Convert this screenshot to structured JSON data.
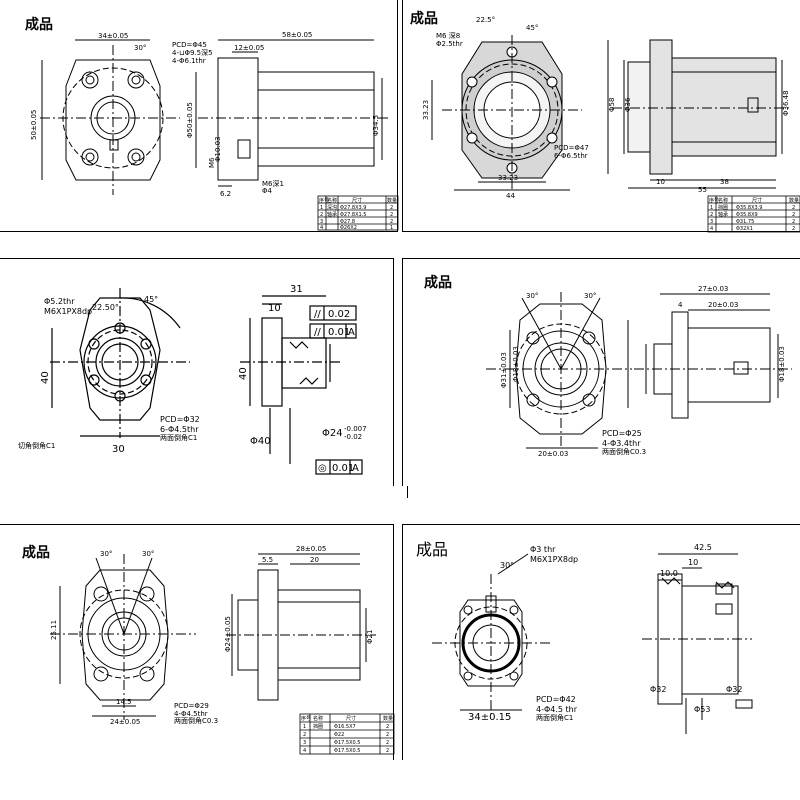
{
  "panels": [
    {
      "title": "成品",
      "dims": {
        "d1": "34±0.05",
        "d2": "30°",
        "pcd": "PCD=Φ45",
        "holes": "4-⊔Φ9.5深5",
        "thr": "4-Φ6.1thr",
        "len": "58±0.05",
        "flange": "12±0.05",
        "height": "50±0.05",
        "dia1": "Φ50±0.05",
        "dia2": "Φ34.5",
        "small": "Φ10.03",
        "m6": "M6",
        "m6b": "M6深1",
        "m6c": "Φ4",
        "six": "6.2"
      },
      "table": {
        "header": [
          "序号",
          "名称",
          "尺寸",
          "数量"
        ],
        "rows": [
          [
            "1",
            "深沟",
            "Φ27.8X3.9",
            "2"
          ],
          [
            "2",
            "轴承",
            "Φ27.8X1.5",
            "2"
          ],
          [
            "3",
            "",
            "Φ27.8",
            "2"
          ],
          [
            "4",
            "",
            "Φ26X2",
            "1"
          ]
        ]
      }
    },
    {
      "title": "成品",
      "dims": {
        "m6": "M6 深8",
        "thr": "Φ2.5thr",
        "ang1": "22.5°",
        "ang2": "45°",
        "pcd": "PCD=Φ47",
        "holes": "6-Φ6.5thr",
        "side1": "33.23",
        "bottom1": "33.23",
        "bottom2": "44",
        "h1": "Φ58",
        "h2": "Φ36",
        "r1": "Φ36.48",
        "b1": "10",
        "b2": "38",
        "b3": "55"
      },
      "table": {
        "header": [
          "序号",
          "名称",
          "尺寸",
          "数量"
        ],
        "rows": [
          [
            "1",
            "挡圈",
            "Φ35.8X3.9",
            "2"
          ],
          [
            "2",
            "轴承",
            "Φ35.8X9",
            "2"
          ],
          [
            "3",
            "",
            "Φ31.75",
            "2"
          ],
          [
            "4",
            "",
            "Φ32X1",
            "2"
          ]
        ]
      }
    },
    {
      "title": "",
      "dims": {
        "hole": "Φ5.2thr",
        "m6": "M6X1PX8dp",
        "ang1": "22.50°",
        "ang2": "45°",
        "h": "40",
        "w": "30",
        "pcd": "PCD=Φ32",
        "holes": "6-Φ4.5thr",
        "c1": "切角倒角C1",
        "c2": "两面倒角C1",
        "top": "31",
        "f": "10",
        "par1": "//",
        "tol1": "0.02",
        "par2": "//",
        "tol2": "0.01",
        "ref": "A",
        "h2": "40",
        "dia": "Φ40",
        "dia2": "Φ24",
        "tolu": "-0.007",
        "toll": "-0.02",
        "conc": "◎",
        "ctol": "0.01",
        "cref": "A"
      }
    },
    {
      "title": "成品",
      "dims": {
        "a1": "30°",
        "a2": "30°",
        "h1": "Φ31±0.03",
        "h2": "Φ18±0.03",
        "pcd": "PCD=Φ25",
        "holes": "4-Φ3.4thr",
        "c": "两面倒角C0.3",
        "w": "20±0.03",
        "top1": "27±0.03",
        "top2": "20±0.03",
        "f": "4",
        "r": "Φ18±0.03"
      }
    },
    {
      "title": "成品",
      "dims": {
        "a1": "30°",
        "a2": "30°",
        "side": "25.11",
        "w": "24±0.05",
        "w2": "14.5",
        "pcd": "PCD=Φ29",
        "holes": "4-Φ4.5thr",
        "c": "两面倒角C0.3",
        "top": "28±0.05",
        "f1": "5.5",
        "f2": "20",
        "h": "Φ24±0.05",
        "r": "Φ21"
      },
      "table": {
        "header": [
          "序号",
          "名称",
          "尺寸",
          "数量"
        ],
        "rows": [
          [
            "1",
            "挡圈",
            "Φ16.5X7",
            "2"
          ],
          [
            "2",
            "",
            "Φ22",
            "2"
          ],
          [
            "3",
            "",
            "Φ17.5X0.5",
            "2"
          ],
          [
            "4",
            "",
            "Φ17.5X0.5",
            "2"
          ]
        ]
      }
    },
    {
      "title": "成品",
      "dims": {
        "thr": "Φ3 thr",
        "m6": "M6X1PX8dp",
        "ang": "30°",
        "pcd": "PCD=Φ42",
        "holes": "4-Φ4.5 thr",
        "c": "两面倒角C1",
        "w": "34±0.15",
        "top": "42.5",
        "f1": "10.0",
        "f2": "10",
        "d1": "Φ32",
        "d2": "Φ32",
        "d3": "Φ53"
      }
    }
  ]
}
